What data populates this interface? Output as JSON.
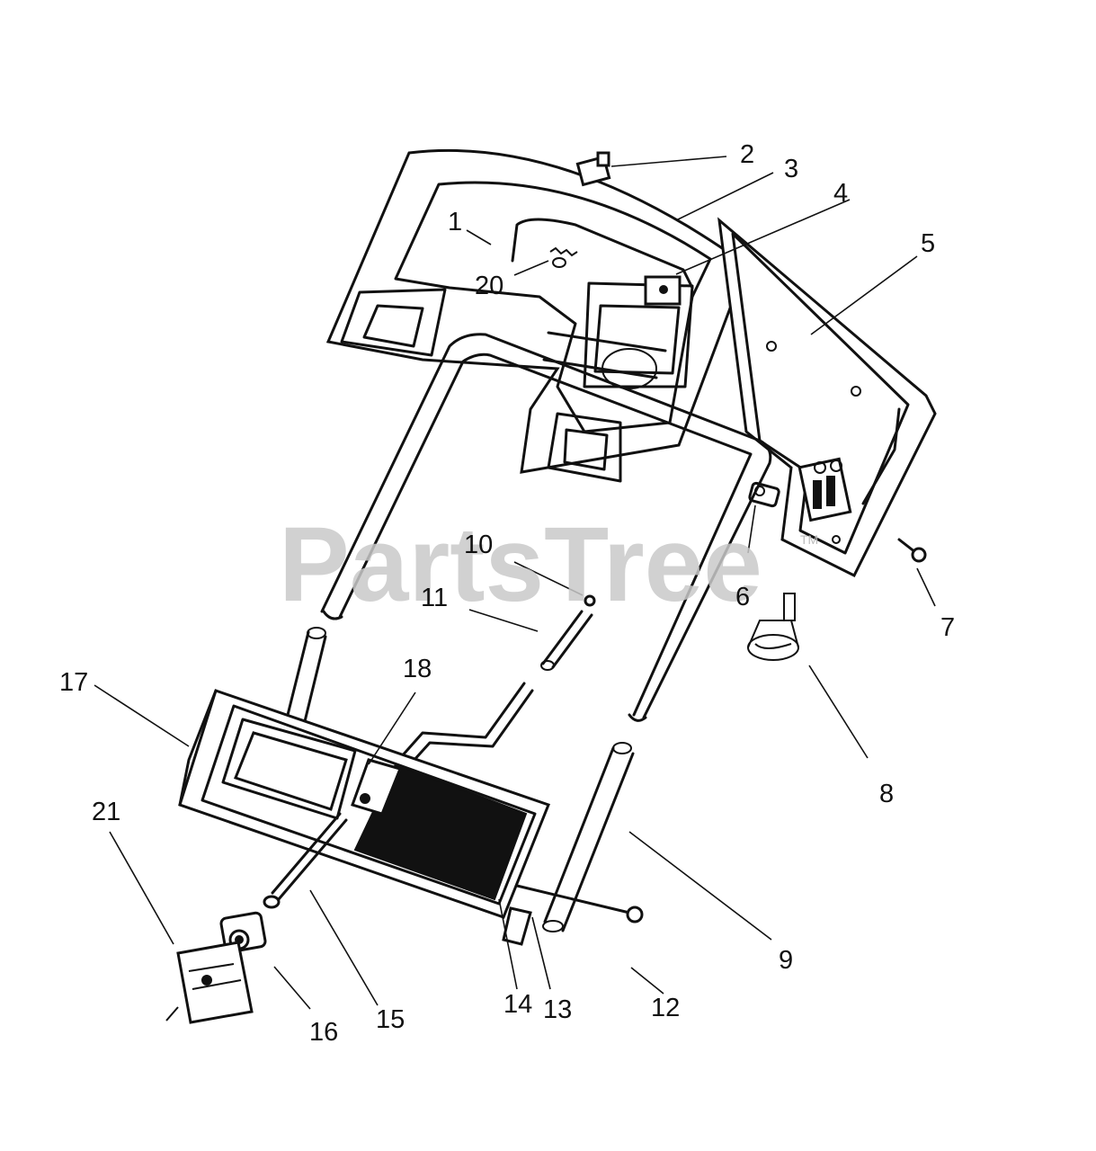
{
  "watermark": {
    "text": "PartsTree",
    "tm": "TM"
  },
  "callouts": [
    "1",
    "2",
    "3",
    "4",
    "5",
    "6",
    "7",
    "8",
    "9",
    "10",
    "11",
    "12",
    "13",
    "14",
    "15",
    "16",
    "17",
    "18",
    "20",
    "21"
  ]
}
